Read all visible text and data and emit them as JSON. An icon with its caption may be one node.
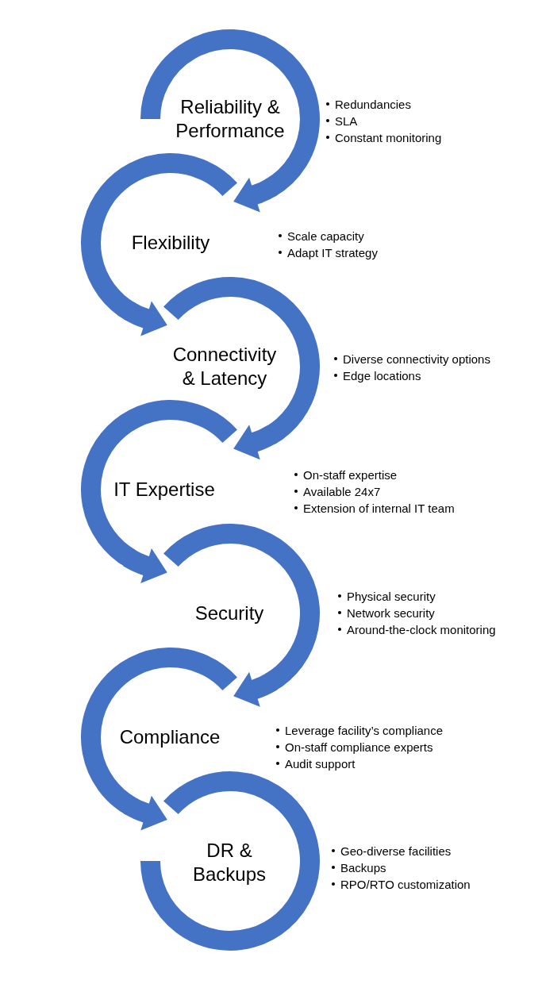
{
  "diagram": {
    "nodes": [
      {
        "text": [
          "Reliability & Performance"
        ],
        "beside": [
          "Redundancies",
          "SLA",
          "Constant monitoring"
        ]
      },
      {
        "text": [
          "Flexibility"
        ],
        "beside": [
          "Scale capacity",
          "Adapt IT strategy"
        ]
      },
      {
        "text": [
          "Connectivity & Latency"
        ],
        "beside": [
          "Diverse connectivity options",
          "Edge locations"
        ]
      },
      {
        "text": [
          "IT Expertise"
        ],
        "beside": [
          "On-staff expertise",
          "Available 24x7",
          "Extension of internal IT team"
        ]
      },
      {
        "text": [
          "Security"
        ],
        "beside": [
          "Physical security",
          "Network security",
          "Around-the-clock monitoring"
        ]
      },
      {
        "text": [
          "Compliance"
        ],
        "beside": [
          "Leverage facility’s compliance",
          "On-staff compliance experts",
          "Audit support"
        ]
      },
      {
        "text": [
          "DR & Backups"
        ],
        "beside": [
          "Geo-diverse facilities",
          "Backups",
          "RPO/RTO customization"
        ]
      }
    ],
    "edges": [
      {
        "from": 0,
        "to": 1,
        "arrow": "to"
      },
      {
        "from": 1,
        "to": 2,
        "arrow": "to"
      },
      {
        "from": 2,
        "to": 3,
        "arrow": "to"
      },
      {
        "from": 3,
        "to": 4,
        "arrow": "to"
      },
      {
        "from": 4,
        "to": 5,
        "arrow": "to"
      },
      {
        "from": 5,
        "to": 6,
        "arrow": "to"
      }
    ]
  }
}
